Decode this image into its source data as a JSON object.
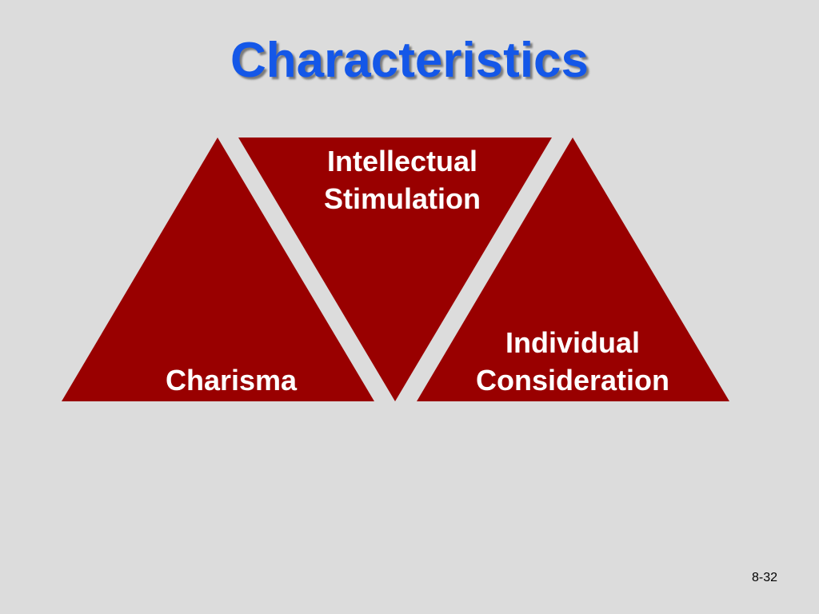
{
  "slide": {
    "title": "Characteristics",
    "page_number": "8-32"
  },
  "diagram": {
    "fill_color": "#990000",
    "background_color": "#dcdcdc",
    "title_color": "#1457e8",
    "triangles": [
      {
        "name": "charisma",
        "orientation": "up",
        "lines": [
          "Charisma"
        ]
      },
      {
        "name": "intellectual-stimulation",
        "orientation": "down",
        "lines": [
          "Intellectual",
          "Stimulation"
        ]
      },
      {
        "name": "individual-consideration",
        "orientation": "up",
        "lines": [
          "Individual",
          "Consideration"
        ]
      }
    ]
  }
}
